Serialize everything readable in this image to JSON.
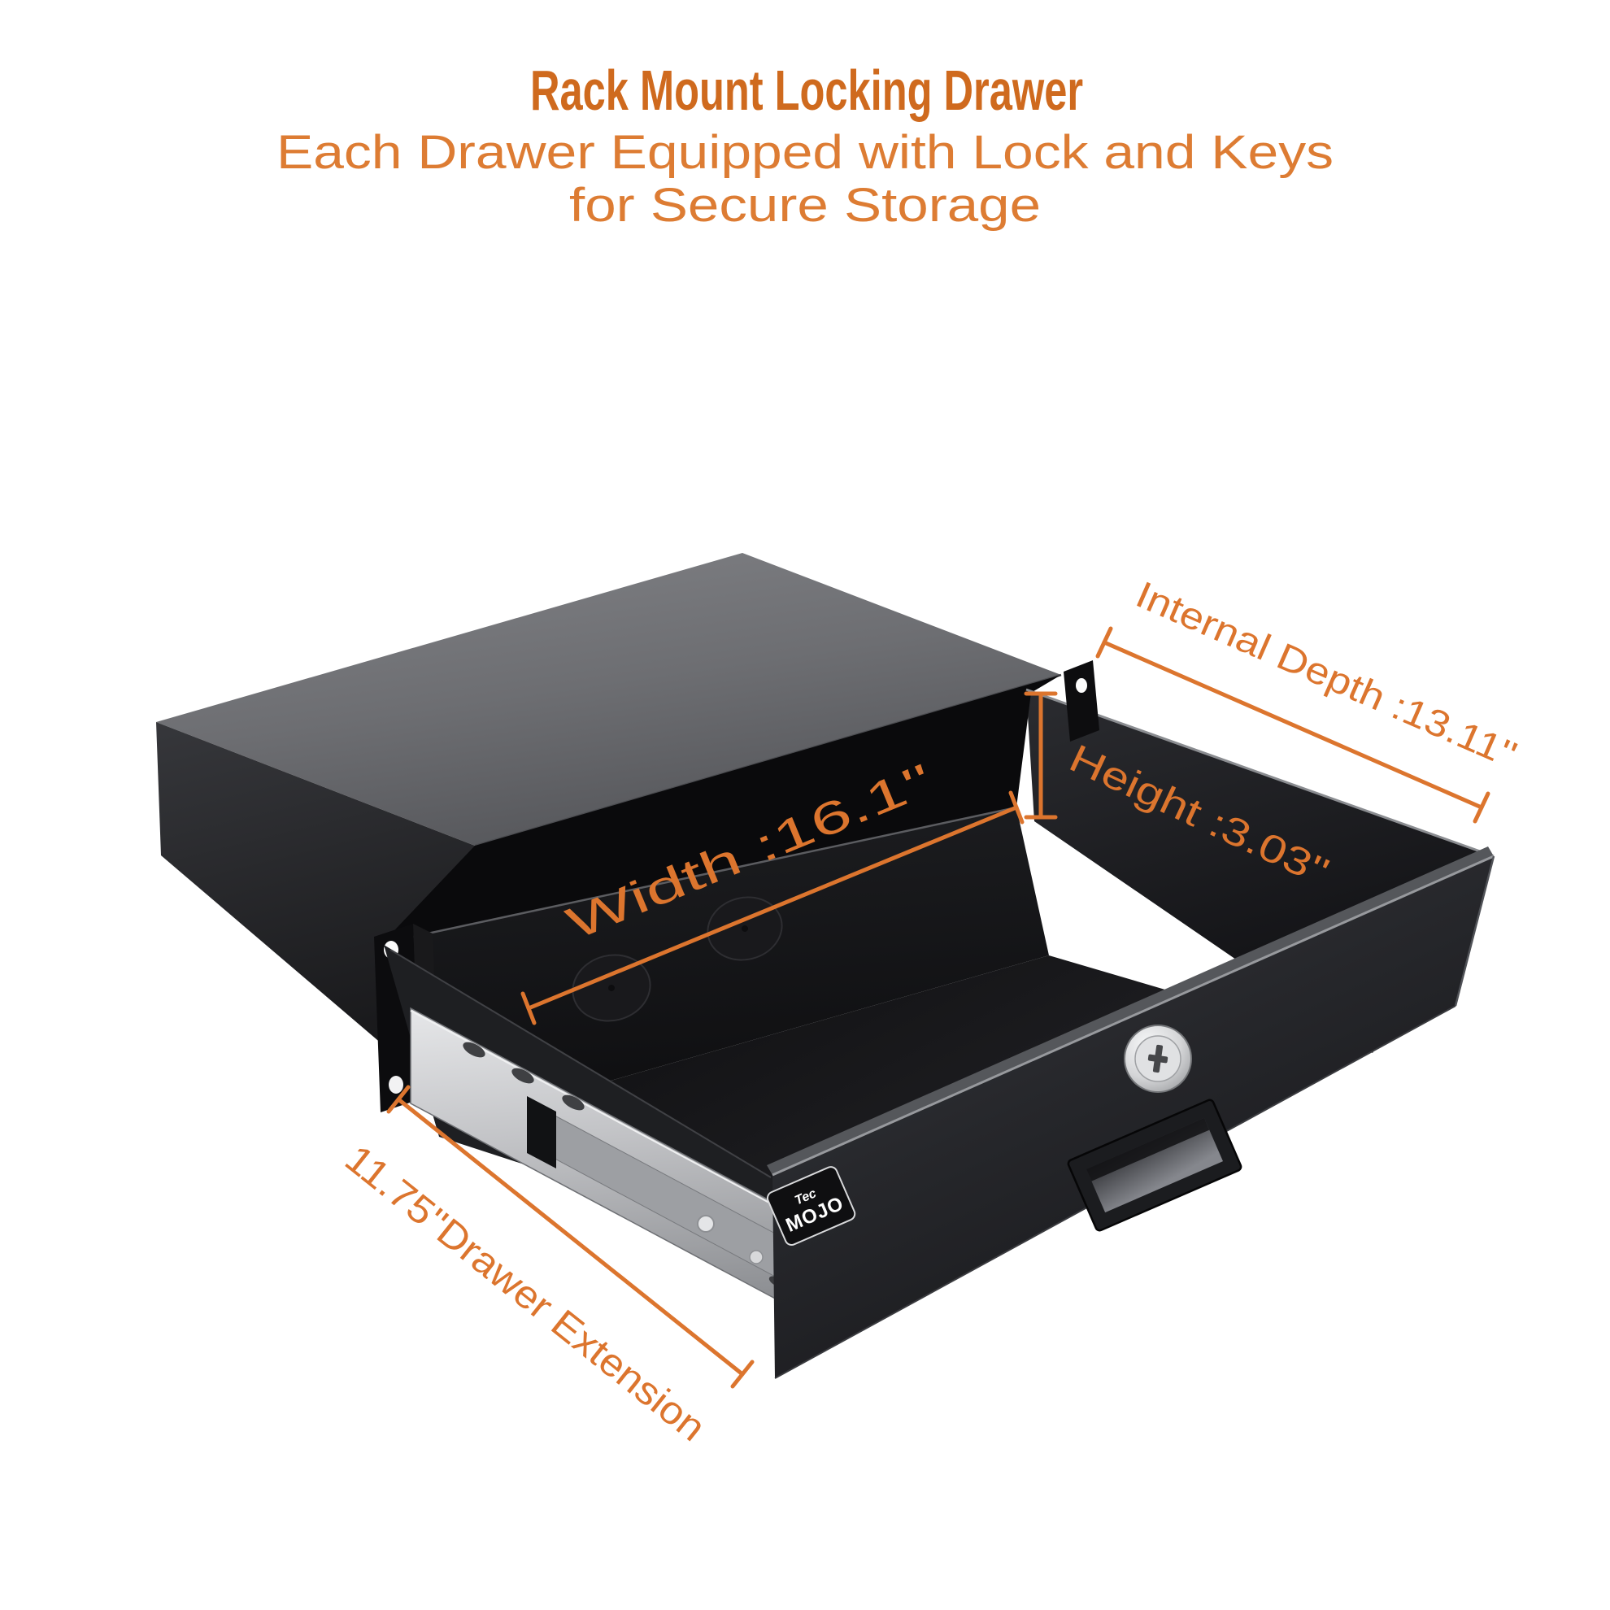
{
  "header": {
    "title": "Rack Mount Locking Drawer",
    "subtitle_line1": "Each Drawer Equipped with Lock and Keys",
    "subtitle_line2": "for Secure Storage"
  },
  "annotations": {
    "internal_depth_label": "Internal Depth :13.11''",
    "height_label": "Height :3.03''",
    "width_label": "Width :16.1''",
    "extension_label": "11.75''Drawer Extension"
  },
  "product": {
    "brand_top": "Tec",
    "brand_bottom": "MOJO"
  },
  "colors": {
    "background": "#ffffff",
    "title": "#cf6a1e",
    "subtitle": "#dd7c33",
    "accent": "#dc752e",
    "case_top_gray": "#76777b",
    "product_black": "#1b1c1f",
    "rail_silver": "#c7c8cb",
    "brand_text": "#ffffff"
  }
}
